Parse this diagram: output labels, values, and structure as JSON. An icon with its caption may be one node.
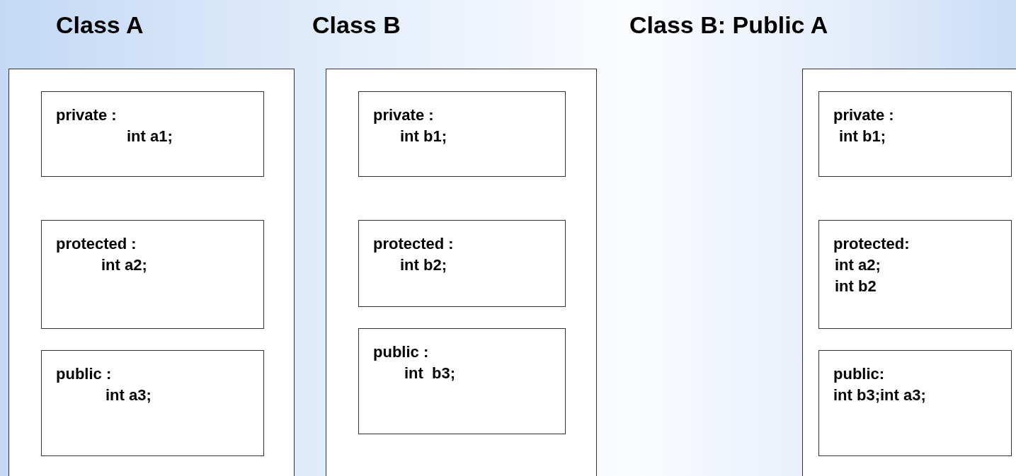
{
  "diagram": {
    "nodes": [
      {
        "text": [
          "Class A"
        ]
      },
      {
        "text": [
          "private :",
          "int a1;"
        ],
        "in": 0
      },
      {
        "text": [
          "protected :",
          "int a2;"
        ],
        "in": 0
      },
      {
        "text": [
          "public :",
          "int a3;"
        ],
        "in": 0
      },
      {
        "text": [
          "Class B"
        ]
      },
      {
        "text": [
          "private :",
          "int b1;"
        ],
        "in": 4
      },
      {
        "text": [
          "protected :",
          "int b2;"
        ],
        "in": 4
      },
      {
        "text": [
          "public :",
          "int  b3;"
        ],
        "in": 4
      },
      {
        "text": [
          "Class B: Public A"
        ]
      },
      {
        "text": [
          "private :",
          "int b1;"
        ],
        "in": 8
      },
      {
        "text": [
          "protected:",
          "int a2;",
          "int b2"
        ],
        "in": 8
      },
      {
        "text": [
          "public:",
          "int b3;int a3;"
        ],
        "in": 8
      }
    ]
  }
}
